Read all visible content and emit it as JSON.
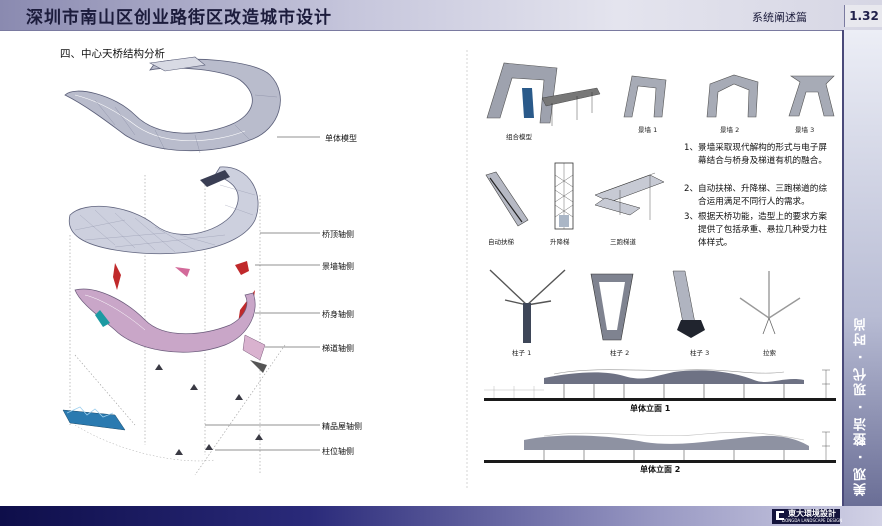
{
  "header": {
    "title": "深圳市南山区创业路街区改造城市设计",
    "section": "系统阐述篇",
    "page_number": "1.32"
  },
  "subtitle": "四、中心天桥结构分析",
  "left_labels": {
    "single_model": "单体模型",
    "roof_axis": "桥顶轴侧",
    "wall_axis": "景墙轴侧",
    "body_axis": "桥身轴侧",
    "stair_axis": "梯道轴侧",
    "shop_axis": "精品屋轴侧",
    "column_axis": "柱位轴侧"
  },
  "top_row": {
    "combined": "组合模型",
    "wall1": "景墙 1",
    "wall2": "景墙 2",
    "wall3": "景墙 3"
  },
  "mid_row": {
    "escalator": "自动扶梯",
    "elevator": "升降梯",
    "stairs": "三跑梯道"
  },
  "notes": [
    {
      "num": "1、",
      "text": "景墙采取现代解构的形式与电子屏幕结合与桥身及梯道有机的融合。"
    },
    {
      "num": "2、",
      "text": "自动扶梯、升降梯、三跑梯道的综合运用满足不同行人的需求。"
    },
    {
      "num": "3、",
      "text": "根据天桥功能，造型上的要求方案提供了包括承重、悬拉几种受力柱体样式。"
    }
  ],
  "columns": {
    "c1": "柱子 1",
    "c2": "柱子 2",
    "c3": "柱子 3",
    "cable": "拉索"
  },
  "elevations": {
    "e1": "单体立面 1",
    "e2": "单体立面 2"
  },
  "sidebar_slogan": "美观 · 整洁 · 现代 · 时尚",
  "logo": {
    "name": "東大環境設計",
    "sub": "DONGDA LANDSCAPE DESIGN"
  }
}
